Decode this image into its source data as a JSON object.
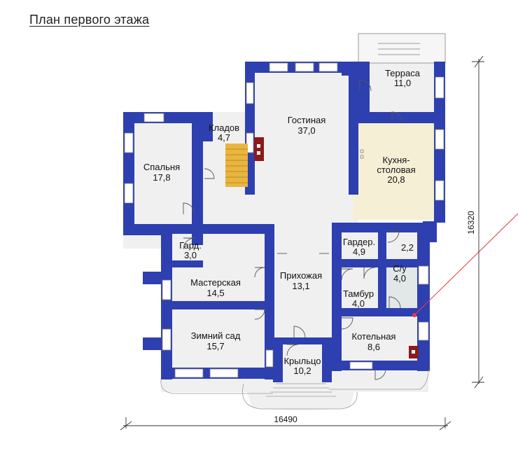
{
  "title": "План первого этажа",
  "colors": {
    "wall": "#2E3FB0",
    "floor": "#F0F0F0",
    "kitchen": "#F5EFD6",
    "bath": "#E2E8E8",
    "stair": "#E8B640",
    "fireplace": "#8B1A1A",
    "window": "#FFFFFF",
    "callout": "#E53945"
  },
  "rooms": [
    {
      "name": "Терраса",
      "area": "11,0"
    },
    {
      "name": "Гостиная",
      "area": "37,0"
    },
    {
      "name": "Кладов",
      "area": "4,7"
    },
    {
      "name": "Спальня",
      "area": "17,8"
    },
    {
      "name": "Кухня-",
      "name2": "столовая",
      "area": "20,8"
    },
    {
      "name": "Гард.",
      "area": "3,0"
    },
    {
      "name": "Гардер.",
      "area": "4,9"
    },
    {
      "name": "",
      "area": "2,2"
    },
    {
      "name": "С/у",
      "area": "4,0"
    },
    {
      "name": "Мастерская",
      "area": "14,5"
    },
    {
      "name": "Прихожая",
      "area": "13,1"
    },
    {
      "name": "Тамбур",
      "area": "4,0"
    },
    {
      "name": "Зимний сад",
      "area": "15,7"
    },
    {
      "name": "Котельная",
      "area": "8,6"
    },
    {
      "name": "Крыльцо",
      "area": "10,2"
    }
  ],
  "dimensions": {
    "width": "16490",
    "depth": "16320"
  }
}
